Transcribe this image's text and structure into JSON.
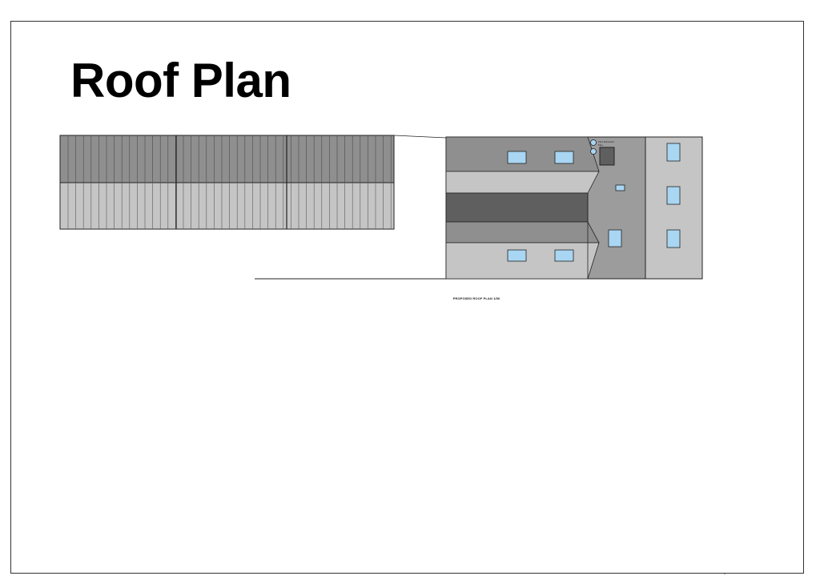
{
  "sheet": {
    "title": "Roof Plan",
    "caption": "PROPOSED ROOF PLAN 1/50",
    "vent_labels": [
      "Vent Extraction",
      "Flue"
    ]
  },
  "colors": {
    "sheet_border": "#333333",
    "roof_dark": "#8f8f8f",
    "roof_light": "#c5c5c5",
    "flat_roof": "#9c9c9c",
    "valley": "#5f5f5f",
    "skylight": "#a9d6f2",
    "outline": "#222222"
  }
}
